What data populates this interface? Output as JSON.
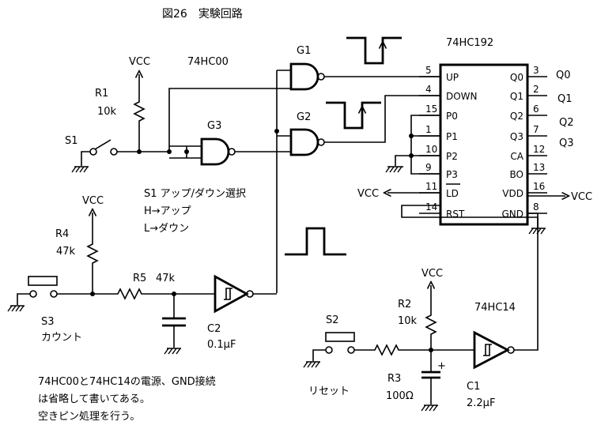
{
  "title": "図26　実験回路",
  "ic": {
    "name": "74HC192",
    "left_pins": [
      {
        "num": "5",
        "name": "UP"
      },
      {
        "num": "4",
        "name": "DOWN"
      },
      {
        "num": "15",
        "name": "P0"
      },
      {
        "num": "1",
        "name": "P1"
      },
      {
        "num": "10",
        "name": "P2"
      },
      {
        "num": "9",
        "name": "P3"
      },
      {
        "num": "11",
        "name": "LD"
      },
      {
        "num": "14",
        "name": "RST"
      }
    ],
    "right_pins": [
      {
        "num": "3",
        "name": "Q0"
      },
      {
        "num": "2",
        "name": "Q1"
      },
      {
        "num": "6",
        "name": "Q2"
      },
      {
        "num": "7",
        "name": "Q3"
      },
      {
        "num": "12",
        "name": "CA"
      },
      {
        "num": "13",
        "name": "BO"
      },
      {
        "num": "16",
        "name": "VDD"
      },
      {
        "num": "8",
        "name": "GND"
      }
    ],
    "outputs": [
      "Q0",
      "Q1",
      "Q2",
      "Q3"
    ]
  },
  "labels": {
    "vcc": "VCC",
    "ic_74hc00": "74HC00",
    "ic_74hc14": "74HC14",
    "g1": "G1",
    "g2": "G2",
    "g3": "G3",
    "r1": "R1",
    "r1_val": "10k",
    "s1": "S1",
    "r4": "R4",
    "r4_val": "47k",
    "r5": "R5",
    "r5_val": "47k",
    "s3": "S3",
    "s3_desc": "カウント",
    "c2": "C2",
    "c2_val": "0.1μF",
    "s2": "S2",
    "s2_desc": "リセット",
    "r2": "R2",
    "r2_val": "10k",
    "r3": "R3",
    "r3_val": "100Ω",
    "c1": "C1",
    "c1_val": "2.2μF",
    "plus": "+"
  },
  "notes": {
    "s1_line1": "S1 アップ/ダウン選択",
    "s1_line2": "H→アップ",
    "s1_line3": "L→ダウン",
    "power_line1": "74HC00と74HC14の電源、GND接続",
    "power_line2": "は省略して書いてある。",
    "power_line3": "空きピン処理を行う。"
  }
}
